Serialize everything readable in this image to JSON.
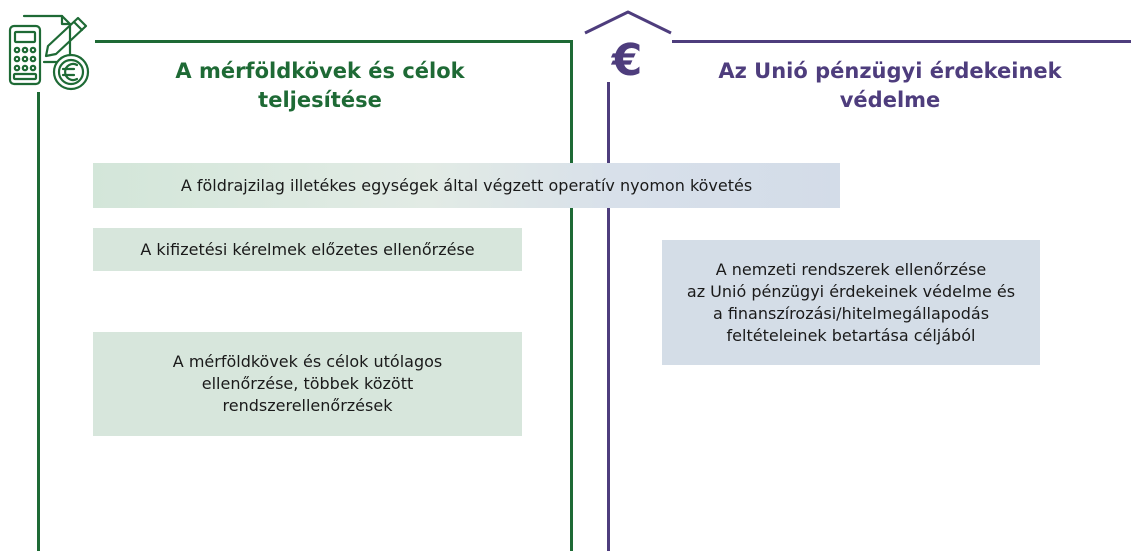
{
  "left": {
    "title_lines": [
      "A mérföldkövek és célok",
      "teljesítése"
    ],
    "color": "#1e6a35",
    "icon": "calculator-euro-icon"
  },
  "right": {
    "title_lines": [
      "Az Unió pénzügyi érdekeinek",
      "védelme"
    ],
    "color": "#4e3d7d",
    "icon": "euro-roof-icon"
  },
  "boxes": {
    "shared": {
      "lines": [
        "A földrajzilag illetékes egységek által végzett operatív nyomon követés"
      ]
    },
    "payment_check": {
      "lines": [
        "A kifizetési kérelmek előzetes ellenőrzése"
      ]
    },
    "ex_post": {
      "lines": [
        "A mérföldkövek és célok utólagos",
        "ellenőrzése, többek között",
        "rendszerellenőrzések"
      ]
    },
    "national_systems": {
      "lines": [
        "A nemzeti rendszerek ellenőrzése",
        "az Unió pénzügyi érdekeinek védelme és",
        "a finanszírozási/hitelmegállapodás",
        "feltételeinek betartása céljából"
      ]
    }
  },
  "colors": {
    "green_box": "#d7e6dc",
    "purple_box": "#d4dde7"
  }
}
